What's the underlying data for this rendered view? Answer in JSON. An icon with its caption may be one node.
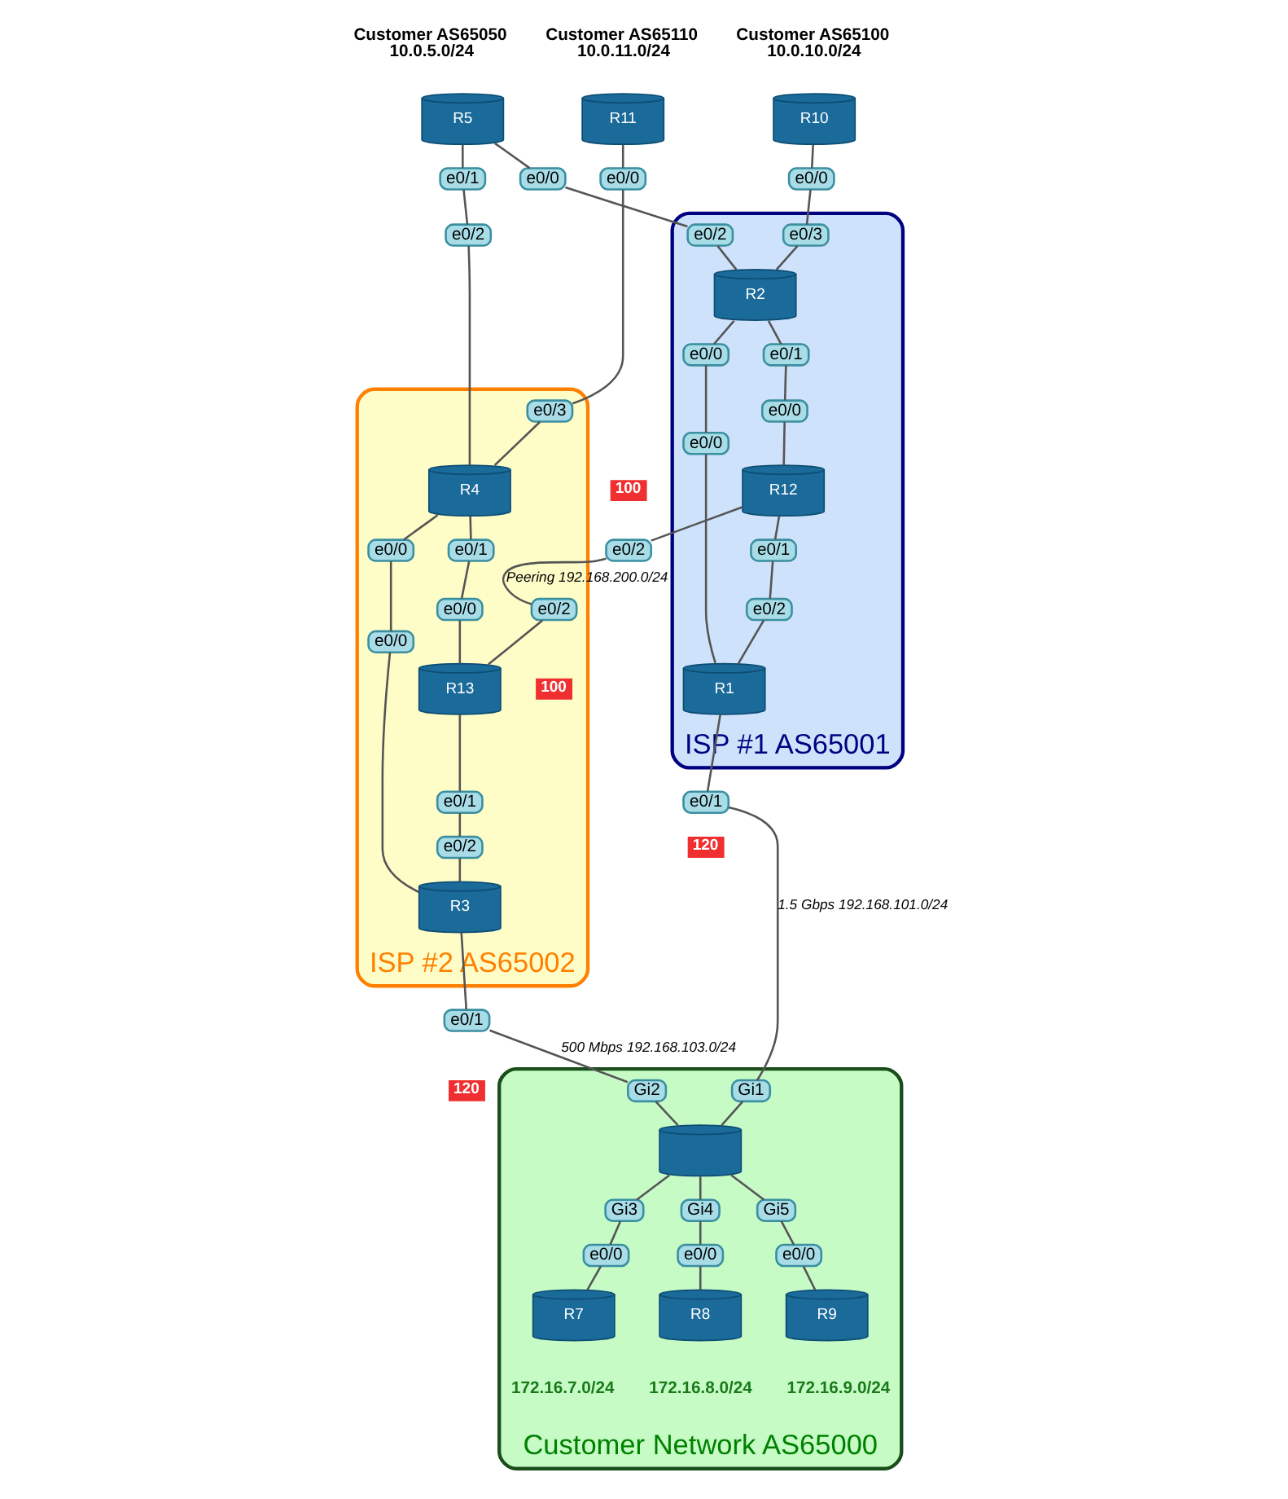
{
  "diagram": {
    "nodes": [
      {
        "text": [
          "ISP #1 AS65001"
        ]
      },
      {
        "text": [
          "ISP #2 AS65002"
        ]
      },
      {
        "text": [
          "Customer Network AS65000"
        ]
      },
      {
        "text": [
          "R10"
        ],
        "beside": [
          "Customer AS65100",
          "10.0.10.0/24"
        ]
      },
      {
        "text": [
          "R5"
        ],
        "beside": [
          "Customer AS65050",
          "10.0.5.0/24"
        ]
      },
      {
        "text": [
          "R11"
        ],
        "beside": [
          "Customer AS65110",
          "10.0.11.0/24"
        ]
      },
      {
        "text": [
          "R2"
        ],
        "in": 0
      },
      {
        "text": [
          "R12"
        ],
        "in": 0
      },
      {
        "text": [
          "R1"
        ],
        "in": 0
      },
      {
        "text": [
          "R4"
        ],
        "in": 1
      },
      {
        "text": [
          "R13"
        ],
        "in": 1
      },
      {
        "text": [
          "R3"
        ],
        "in": 1
      },
      {
        "text": [],
        "shape": "cylinder",
        "in": 2
      },
      {
        "text": [
          "R7"
        ],
        "in": 2,
        "beside": [
          "172.16.7.0/24"
        ]
      },
      {
        "text": [
          "R8"
        ],
        "in": 2,
        "beside": [
          "172.16.8.0/24"
        ]
      },
      {
        "text": [
          "R9"
        ],
        "in": 2,
        "beside": [
          "172.16.9.0/24"
        ]
      },
      {
        "text": [
          "e0/0"
        ]
      },
      {
        "text": [
          "e0/3"
        ],
        "in": 0
      },
      {
        "text": [
          "e0/0"
        ]
      },
      {
        "text": [
          "e0/2"
        ],
        "in": 0
      },
      {
        "text": [
          "e0/1"
        ]
      },
      {
        "text": [
          "e0/2"
        ]
      },
      {
        "text": [
          "e0/0"
        ]
      },
      {
        "text": [
          "e0/3"
        ],
        "in": 1
      },
      {
        "text": [
          "e0/0"
        ],
        "in": 0
      },
      {
        "text": [
          "e0/0"
        ],
        "in": 0
      },
      {
        "text": [
          "e0/1"
        ],
        "in": 0
      },
      {
        "text": [
          "e0/0"
        ],
        "in": 0
      },
      {
        "text": [
          "e0/1"
        ],
        "in": 0
      },
      {
        "text": [
          "e0/2"
        ],
        "in": 0
      },
      {
        "text": [
          "e0/2"
        ],
        "beside": [
          "100"
        ]
      },
      {
        "text": [
          "e0/2"
        ],
        "in": 1,
        "beside": [
          "100"
        ]
      },
      {
        "text": [
          "e0/1"
        ],
        "in": 1
      },
      {
        "text": [
          "e0/0"
        ],
        "in": 1
      },
      {
        "text": [
          "e0/0"
        ],
        "in": 1
      },
      {
        "text": [
          "e0/0"
        ],
        "in": 1
      },
      {
        "text": [
          "e0/1"
        ],
        "in": 1
      },
      {
        "text": [
          "e0/2"
        ],
        "in": 1
      },
      {
        "text": [
          "e0/1"
        ],
        "beside": [
          "120"
        ]
      },
      {
        "text": [
          "Gi1"
        ],
        "in": 2
      },
      {
        "text": [
          "e0/1"
        ],
        "beside": [
          "120"
        ]
      },
      {
        "text": [
          "Gi2"
        ],
        "in": 2
      },
      {
        "text": [
          "Gi3"
        ],
        "in": 2
      },
      {
        "text": [
          "e0/0"
        ],
        "in": 2
      },
      {
        "text": [
          "Gi4"
        ],
        "in": 2
      },
      {
        "text": [
          "e0/0"
        ],
        "in": 2
      },
      {
        "text": [
          "Gi5"
        ],
        "in": 2
      },
      {
        "text": [
          "e0/0"
        ],
        "in": 2
      }
    ],
    "edges": [
      {
        "from": 3,
        "to": 16,
        "arrow": "none"
      },
      {
        "from": 16,
        "to": 17,
        "arrow": "none"
      },
      {
        "from": 17,
        "to": 6,
        "arrow": "none"
      },
      {
        "from": 4,
        "to": 18,
        "arrow": "none"
      },
      {
        "from": 18,
        "to": 19,
        "arrow": "none"
      },
      {
        "from": 19,
        "to": 6,
        "arrow": "none"
      },
      {
        "from": 4,
        "to": 20,
        "arrow": "none"
      },
      {
        "from": 20,
        "to": 21,
        "arrow": "none"
      },
      {
        "from": 21,
        "to": 9,
        "arrow": "none"
      },
      {
        "from": 5,
        "to": 22,
        "arrow": "none"
      },
      {
        "from": 22,
        "to": 23,
        "arrow": "none"
      },
      {
        "from": 23,
        "to": 9,
        "arrow": "none"
      },
      {
        "from": 6,
        "to": 24,
        "arrow": "none"
      },
      {
        "from": 24,
        "to": 25,
        "arrow": "none"
      },
      {
        "from": 25,
        "to": 8,
        "arrow": "none"
      },
      {
        "from": 6,
        "to": 26,
        "arrow": "none"
      },
      {
        "from": 26,
        "to": 27,
        "arrow": "none"
      },
      {
        "from": 27,
        "to": 7,
        "arrow": "none"
      },
      {
        "from": 7,
        "to": 28,
        "arrow": "none"
      },
      {
        "from": 28,
        "to": 29,
        "arrow": "none"
      },
      {
        "from": 29,
        "to": 8,
        "arrow": "none"
      },
      {
        "from": 7,
        "to": 30,
        "arrow": "none"
      },
      {
        "from": 30,
        "to": 31,
        "label": "Peering 192.168.200.0/24",
        "arrow": "none"
      },
      {
        "from": 31,
        "to": 10,
        "arrow": "none"
      },
      {
        "from": 9,
        "to": 32,
        "arrow": "none"
      },
      {
        "from": 32,
        "to": 33,
        "arrow": "none"
      },
      {
        "from": 33,
        "to": 10,
        "arrow": "none"
      },
      {
        "from": 9,
        "to": 34,
        "arrow": "none"
      },
      {
        "from": 34,
        "to": 35,
        "arrow": "none"
      },
      {
        "from": 35,
        "to": 11,
        "arrow": "none"
      },
      {
        "from": 10,
        "to": 36,
        "arrow": "none"
      },
      {
        "from": 36,
        "to": 37,
        "arrow": "none"
      },
      {
        "from": 37,
        "to": 11,
        "arrow": "none"
      },
      {
        "from": 8,
        "to": 38,
        "arrow": "none"
      },
      {
        "from": 38,
        "to": 39,
        "label": "1.5 Gbps 192.168.101.0/24",
        "arrow": "none"
      },
      {
        "from": 39,
        "to": 12,
        "arrow": "none"
      },
      {
        "from": 11,
        "to": 40,
        "arrow": "none"
      },
      {
        "from": 40,
        "to": 41,
        "label": "500 Mbps 192.168.103.0/24",
        "arrow": "none"
      },
      {
        "from": 41,
        "to": 12,
        "arrow": "none"
      },
      {
        "from": 12,
        "to": 42,
        "arrow": "none"
      },
      {
        "from": 42,
        "to": 43,
        "arrow": "none"
      },
      {
        "from": 43,
        "to": 13,
        "arrow": "none"
      },
      {
        "from": 12,
        "to": 44,
        "arrow": "none"
      },
      {
        "from": 44,
        "to": 45,
        "arrow": "none"
      },
      {
        "from": 45,
        "to": 14,
        "arrow": "none"
      },
      {
        "from": 12,
        "to": 46,
        "arrow": "none"
      },
      {
        "from": 46,
        "to": 47,
        "arrow": "none"
      },
      {
        "from": 47,
        "to": 15,
        "arrow": "none"
      }
    ]
  }
}
